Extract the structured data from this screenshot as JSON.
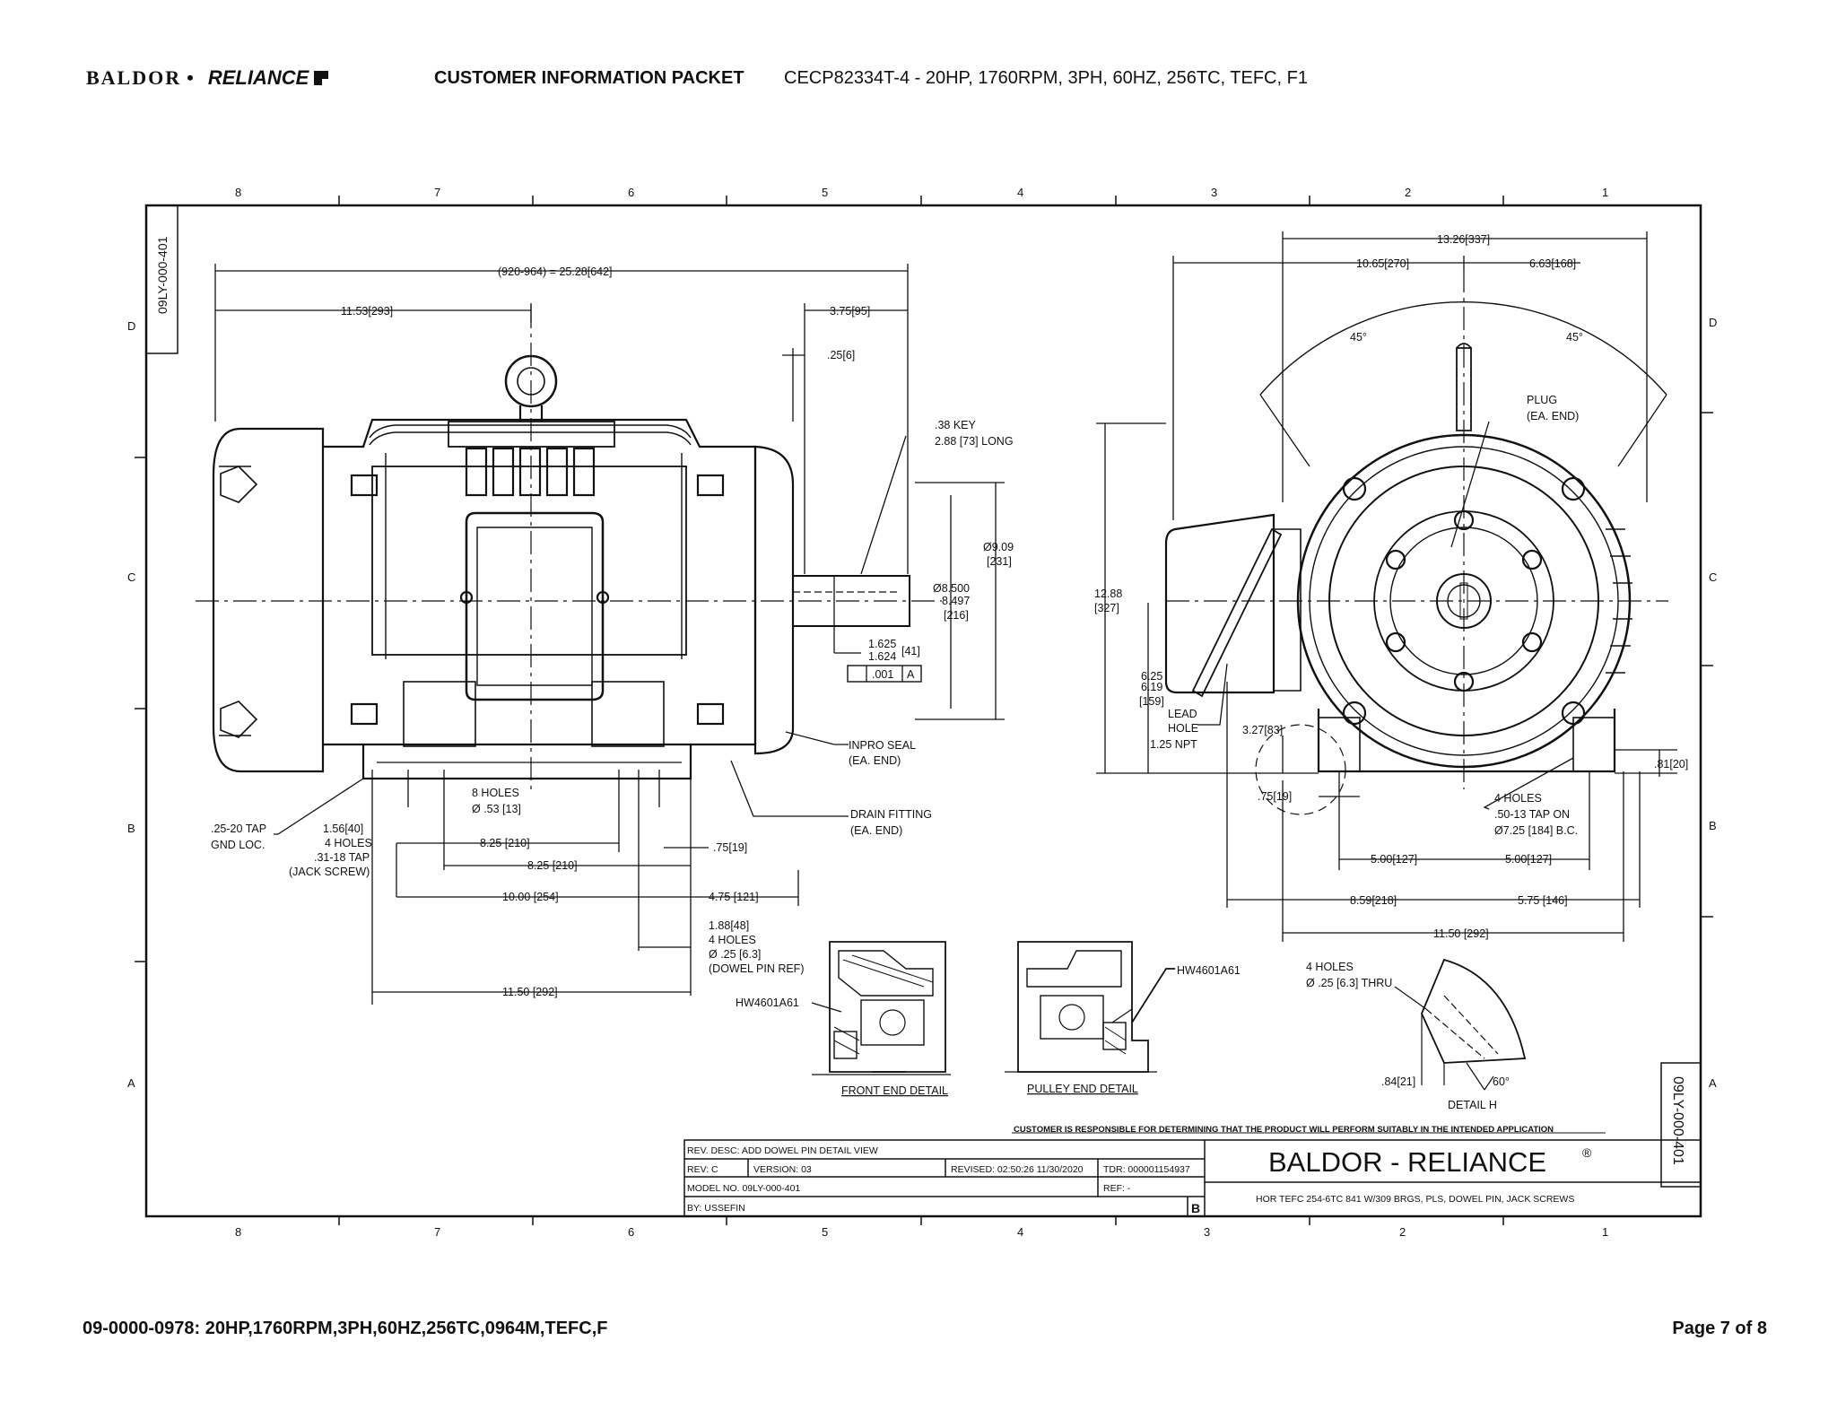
{
  "header": {
    "brand_left": "BALDOR",
    "brand_right": "RELIANCE",
    "packet_title": "CUSTOMER INFORMATION PACKET",
    "model_desc": "CECP82334T-4 - 20HP, 1760RPM, 3PH, 60HZ, 256TC, TEFC, F1"
  },
  "drawing": {
    "number": "09LY-000-401",
    "zone_columns": [
      "8",
      "7",
      "6",
      "5",
      "4",
      "3",
      "2",
      "1"
    ],
    "zone_rows": [
      "D",
      "C",
      "B",
      "A"
    ],
    "side_view": {
      "overall_length": "(920-964) = 25.28[642]",
      "d_11_53": "11.53[293]",
      "d_3_75": "3.75[95]",
      "d_25": ".25[6]",
      "key": ".38 KEY",
      "key_length": "2.88 [73] LONG",
      "dia_9_09": "Ø9.09",
      "dia_9_09_mm": "[231]",
      "dia_8_500": "Ø8.500",
      "dia_8_497": "8.497",
      "dia_8_mm": "[216]",
      "shaft_dia_hi": "1.625",
      "shaft_dia_lo": "1.624",
      "shaft_dia_mm": "[41]",
      "runout": ".001",
      "datum": "A",
      "inpro_seal": "INPRO SEAL",
      "inpro_seal_note": "(EA. END)",
      "holes_8": "8 HOLES",
      "holes_8_dia": "Ø .53 [13]",
      "drain_fitting": "DRAIN FITTING",
      "drain_fitting_note": "(EA. END)",
      "gnd_tap": ".25-20 TAP",
      "gnd_loc": "GND LOC.",
      "d_1_56": "1.56[40]",
      "jack_holes": "4 HOLES",
      "jack_tap": ".31-18 TAP",
      "jack_screw": "(JACK SCREW)",
      "d_8_25_a": "8.25 [210]",
      "d_8_25_b": "8.25 [210]",
      "d_75": ".75[19]",
      "d_10_00": "10.00 [254]",
      "d_4_75": "4.75 [121]",
      "d_1_88": "1.88[48]",
      "dowel_holes": "4 HOLES",
      "dowel_dia": "Ø .25 [6.3]",
      "dowel_ref": "(DOWEL PIN REF)",
      "d_11_50": "11.50 [292]"
    },
    "end_view": {
      "d_13_26": "13.26[337]",
      "d_10_65": "10.65[270]",
      "d_6_63": "6.63[168]",
      "angle_left": "45°",
      "angle_right": "45°",
      "plug": "PLUG",
      "plug_note": "(EA. END)",
      "d_12_88": "12.88",
      "d_12_88_mm": "[327]",
      "d_6_25": "6.25",
      "d_6_19": "6.19",
      "d_6_mm": "[159]",
      "lead_hole": "LEAD",
      "lead_hole_2": "HOLE",
      "lead_npt": "1.25 NPT",
      "d_3_27": "3.27[83]",
      "d_81": ".81[20]",
      "d_75": ".75[19]",
      "tap_holes": "4 HOLES",
      "tap_size": ".50-13 TAP ON",
      "tap_bc": "Ø7.25 [184] B.C.",
      "d_5_00_a": "5.00[127]",
      "d_5_00_b": "5.00[127]",
      "d_8_59": "8.59[218]",
      "d_5_75": "5.75 [146]",
      "d_11_50": "11.50 [292]"
    },
    "details": {
      "front_label": "FRONT END DETAIL",
      "pulley_label": "PULLEY END DETAIL",
      "bearing_front": "HW4601A61",
      "bearing_pulley": "HW4601A61",
      "h_holes": "4 HOLES",
      "h_dia": "Ø .25 [6.3] THRU",
      "h_dim": ".84[21]",
      "h_angle": "60°",
      "h_label": "DETAIL H"
    },
    "disclaimer": "CUSTOMER IS RESPONSIBLE FOR DETERMINING THAT THE PRODUCT WILL PERFORM SUITABLY IN THE INTENDED APPLICATION",
    "title_block": {
      "rev_desc": "REV. DESC: ADD DOWEL PIN DETAIL VIEW",
      "rev": "REV:  C",
      "version": "VERSION:  03",
      "revised": "REVISED:  02:50:26 11/30/2020",
      "tdr": "TDR:  000001154937",
      "model_no": "MODEL NO.  09LY-000-401",
      "ref": "REF:  -",
      "by": "BY: USSEFIN",
      "size": "B",
      "company": "BALDOR - RELIANCE",
      "registered": "®",
      "description": "HOR TEFC 254-6TC 841 W/309 BRGS, PLS, DOWEL PIN, JACK SCREWS"
    }
  },
  "footer": {
    "left": "09-0000-0978: 20HP,1760RPM,3PH,60HZ,256TC,0964M,TEFC,F",
    "right": "Page 7 of 8"
  }
}
